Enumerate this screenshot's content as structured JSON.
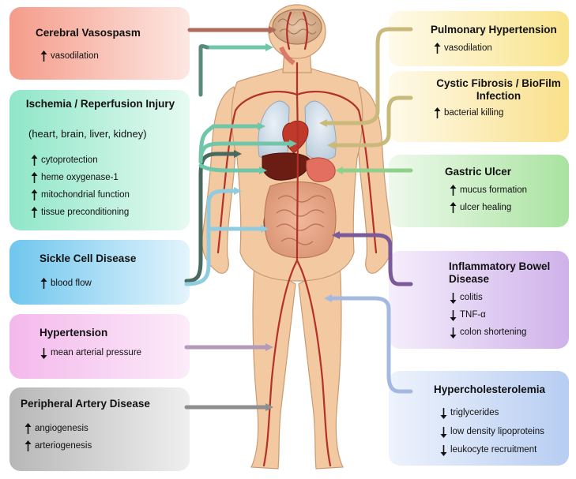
{
  "colors": {
    "cerebral": "#f59c8a",
    "ischemia": "#8fe6c8",
    "sickle": "#6fc6ee",
    "hypertension": "#f4b8ec",
    "peripheral": "#b7b7b7",
    "pulmonary": "#f9e48c",
    "cystic": "#f9e08a",
    "gastric": "#a9e3a0",
    "ibd": "#cfb2ea",
    "hyperchol": "#b7cdf2",
    "skin": "#f2c9a0",
    "artery": "#b3302b"
  },
  "boxes": {
    "cerebral": {
      "title": "Cerebral Vasospasm",
      "items": [
        {
          "dir": "up",
          "text": "vasodilation"
        }
      ]
    },
    "ischemia": {
      "title": "Ischemia / Reperfusion Injury",
      "subtitle": "(heart, brain, liver, kidney)",
      "items": [
        {
          "dir": "up",
          "text": "cytoprotection"
        },
        {
          "dir": "up",
          "text": "heme oxygenase-1"
        },
        {
          "dir": "up",
          "text": "mitochondrial function"
        },
        {
          "dir": "up",
          "text": "tissue preconditioning"
        }
      ]
    },
    "sickle": {
      "title": "Sickle Cell Disease",
      "items": [
        {
          "dir": "up",
          "text": "blood flow"
        }
      ]
    },
    "hypertension": {
      "title": "Hypertension",
      "items": [
        {
          "dir": "down",
          "text": "mean arterial pressure"
        }
      ]
    },
    "peripheral": {
      "title": "Peripheral Artery Disease",
      "items": [
        {
          "dir": "up",
          "text": "angiogenesis"
        },
        {
          "dir": "up",
          "text": "arteriogenesis"
        }
      ]
    },
    "pulmonary": {
      "title": "Pulmonary Hypertension",
      "items": [
        {
          "dir": "up",
          "text": "vasodilation"
        }
      ]
    },
    "cystic": {
      "title": "Cystic Fibrosis / BioFilm Infection",
      "items": [
        {
          "dir": "up",
          "text": "bacterial killing"
        }
      ]
    },
    "gastric": {
      "title": "Gastric Ulcer",
      "items": [
        {
          "dir": "up",
          "text": "mucus formation"
        },
        {
          "dir": "up",
          "text": "ulcer healing"
        }
      ]
    },
    "ibd": {
      "title": "Inflammatory Bowel Disease",
      "items": [
        {
          "dir": "down",
          "text": "colitis"
        },
        {
          "dir": "down",
          "text": "TNF-α"
        },
        {
          "dir": "down",
          "text": "colon shortening"
        }
      ]
    },
    "hyperchol": {
      "title": "Hypercholesterolemia",
      "items": [
        {
          "dir": "down",
          "text": "triglycerides"
        },
        {
          "dir": "down",
          "text": "low density lipoproteins"
        },
        {
          "dir": "down",
          "text": "leukocyte recruitment"
        }
      ]
    }
  }
}
